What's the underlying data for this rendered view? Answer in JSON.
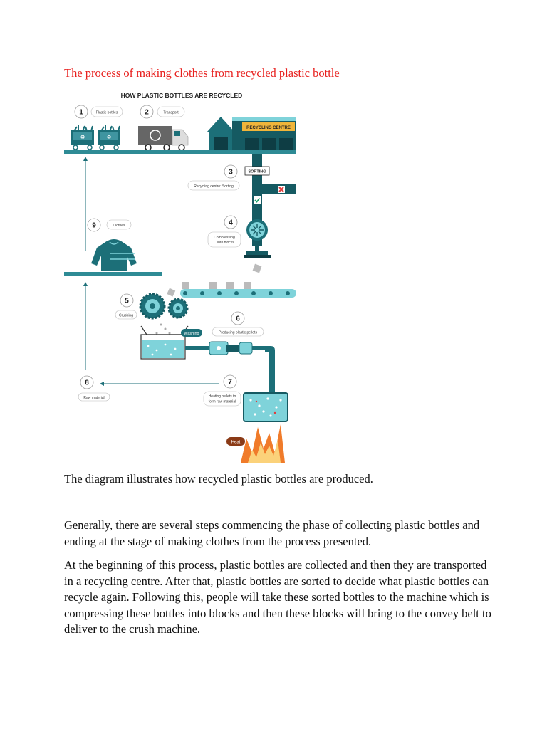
{
  "document": {
    "heading": "The process of making clothes from recycled plastic bottle",
    "paragraphs": [
      "The diagram illustrates how recycled plastic bottles are produced.",
      "Generally, there are several steps commencing the phase of collecting plastic bottles and ending at the stage of making clothes from the process presented.",
      "At the beginning of this process, plastic bottles are collected and then they are transported in a recycling centre. After that, plastic bottles are sorted to decide what plastic bottles can recycle again. Following this, people will take these sorted bottles to the machine which is compressing these bottles into blocks and then these blocks will bring to the convey belt to deliver to the crush machine."
    ]
  },
  "diagram": {
    "title": "HOW PLASTIC BOTTLES ARE RECYCLED",
    "steps": [
      {
        "num": "1",
        "label": "Plastic bottles"
      },
      {
        "num": "2",
        "label": "Transport"
      },
      {
        "num": "3",
        "label": "Recycling centre: Sorting"
      },
      {
        "num": "4",
        "label_line1": "Compressing",
        "label_line2": "into blocks"
      },
      {
        "num": "5",
        "label": "Crushing"
      },
      {
        "num": "6",
        "label": "Producing plastic pellets"
      },
      {
        "num": "7",
        "label_line1": "Heating pellets to",
        "label_line2": "form raw material"
      },
      {
        "num": "8",
        "label": "Raw material"
      },
      {
        "num": "9",
        "label": "Clothes"
      }
    ],
    "recycling_centre_sign": "RECYCLING CENTRE",
    "sorting_sign": "SORTING",
    "washing_tag": "Washing",
    "heat_tag": "Heat",
    "colors": {
      "teal": "#1c6f78",
      "teal_dark": "#155a62",
      "cyan_light": "#7fd3da",
      "sign_yellow": "#f0b53a",
      "heat_orange": "#f07b2a",
      "reject_red": "#e23b3b",
      "ok_green": "#1aa06a"
    }
  }
}
